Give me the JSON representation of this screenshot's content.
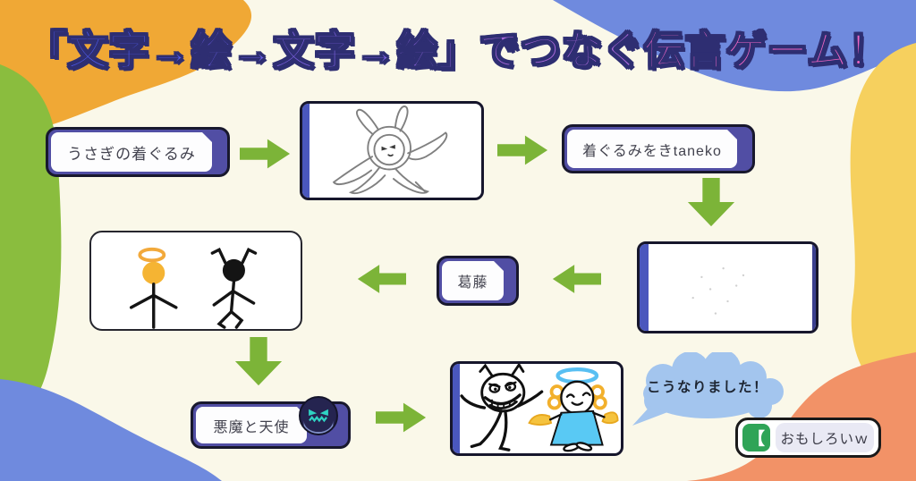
{
  "title": {
    "full_text": "「文字→絵→文字→絵」でつなぐ伝言ゲーム！",
    "segments": [
      {
        "text": "「文字→",
        "color": "#4f5beb"
      },
      {
        "text": "絵→",
        "color": "#6b5fe6"
      },
      {
        "text": "文字→",
        "color": "#7e62e2"
      },
      {
        "text": "絵」",
        "color": "#8f65dd"
      },
      {
        "text": "でつなぐ",
        "color": "#a868d8"
      },
      {
        "text": "伝言ゲーム！",
        "color": "#ee66c4"
      }
    ]
  },
  "flow": {
    "steps": [
      {
        "type": "text",
        "label": "うさぎの着ぐるみ"
      },
      {
        "type": "drawing",
        "alt": "rabbit-costume-sketch"
      },
      {
        "type": "text",
        "label": "着ぐるみをきtaneko"
      },
      {
        "type": "drawing",
        "alt": "faint-almost-blank-sketch"
      },
      {
        "type": "text",
        "label": "葛藤"
      },
      {
        "type": "drawing",
        "alt": "angel-and-devil-stick-figures"
      },
      {
        "type": "text",
        "label": "悪魔と天使"
      },
      {
        "type": "drawing",
        "alt": "devil-and-angel-color-drawing"
      }
    ],
    "avatar": "devil-face-avatar"
  },
  "speech_bubble": {
    "text": "こうなりました！"
  },
  "chat_note": {
    "icon_glyph": "【",
    "message": "おもしろいｗ"
  },
  "colors": {
    "background": "#faf8e9",
    "arrow_green": "#7cb438",
    "box_purple": "#514ea4",
    "box_border": "#18182d",
    "blob_orange": "#f0a835",
    "blob_blue": "#6f8ade",
    "blob_yellow": "#f6d05e",
    "blob_green": "#8abd3e",
    "blob_salmon": "#f29267",
    "bubble_blue": "#a3c5ee",
    "avatar_teal": "#2fd3c3",
    "chat_green": "#2fa457"
  }
}
